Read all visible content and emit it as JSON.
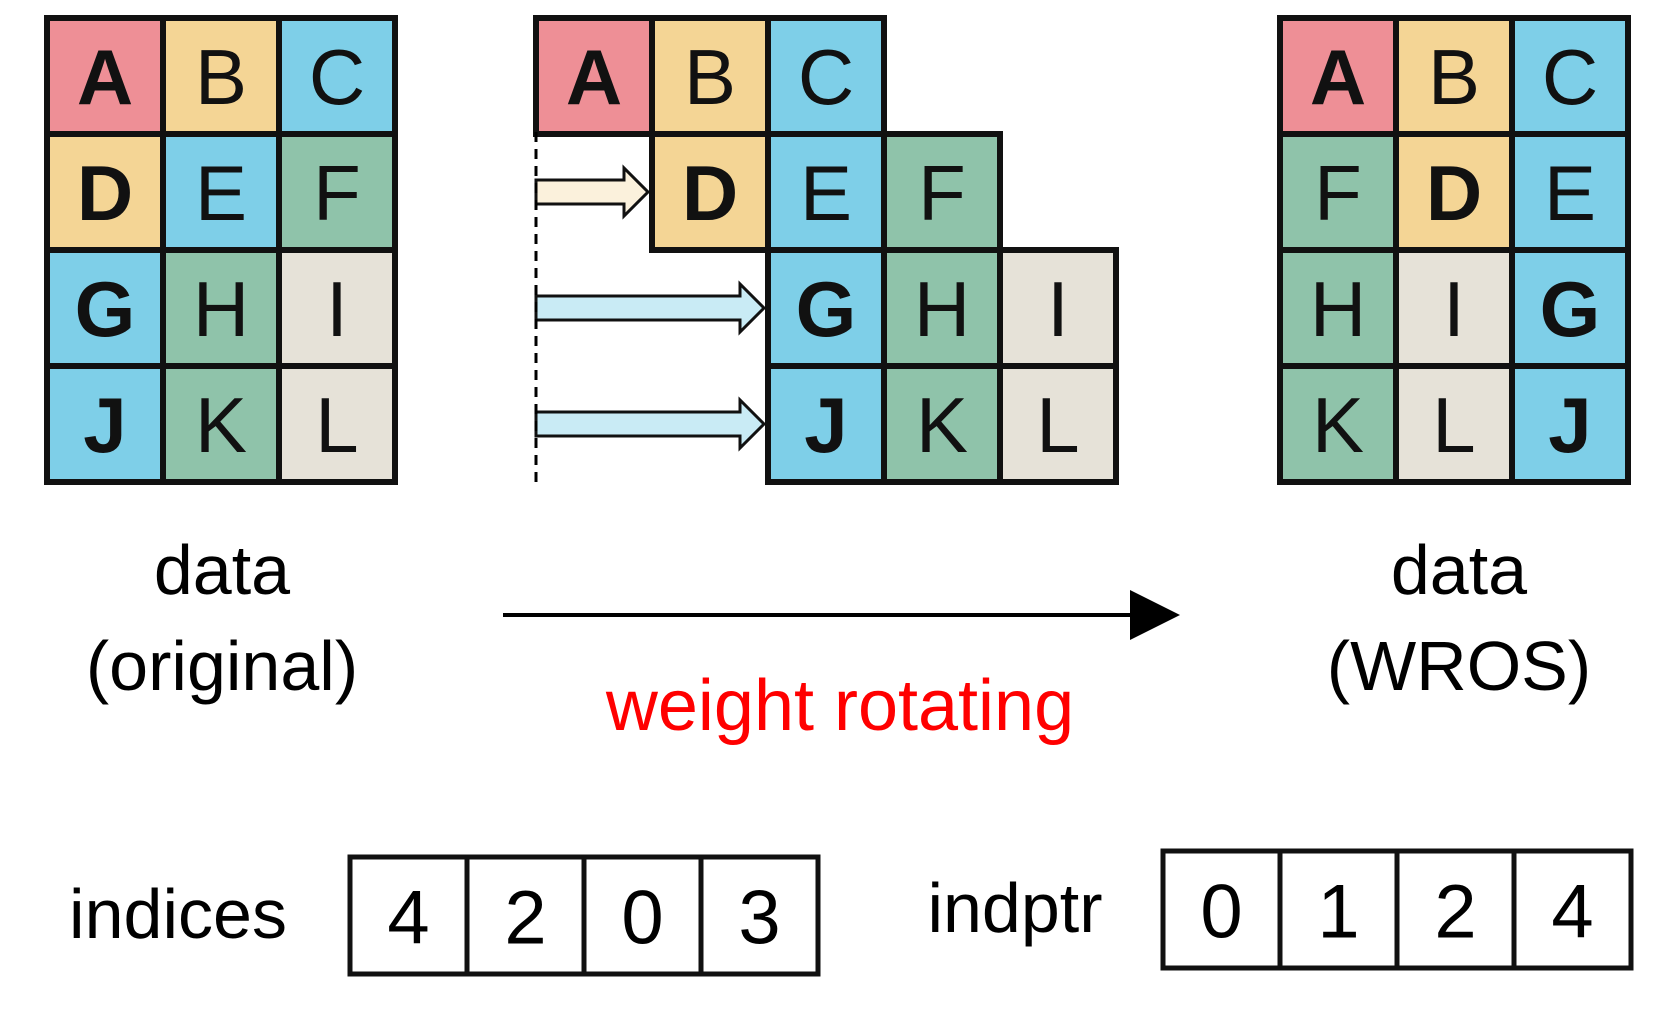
{
  "colors": {
    "red": "#ee8f96",
    "yellow": "#f4d595",
    "blue": "#7ecfe8",
    "green": "#8fc3aa",
    "gray": "#e6e2d8",
    "arrow_yellow_fill": "#fbf1dc",
    "arrow_blue_fill": "#c9ebf5",
    "caption_red": "#ff0000"
  },
  "original": {
    "rows": [
      [
        {
          "t": "A",
          "c": "red",
          "b": true
        },
        {
          "t": "B",
          "c": "yellow",
          "b": false
        },
        {
          "t": "C",
          "c": "blue",
          "b": false
        }
      ],
      [
        {
          "t": "D",
          "c": "yellow",
          "b": true
        },
        {
          "t": "E",
          "c": "blue",
          "b": false
        },
        {
          "t": "F",
          "c": "green",
          "b": false
        }
      ],
      [
        {
          "t": "G",
          "c": "blue",
          "b": true
        },
        {
          "t": "H",
          "c": "green",
          "b": false
        },
        {
          "t": "I",
          "c": "gray",
          "b": false
        }
      ],
      [
        {
          "t": "J",
          "c": "blue",
          "b": true
        },
        {
          "t": "K",
          "c": "green",
          "b": false
        },
        {
          "t": "L",
          "c": "gray",
          "b": false
        }
      ]
    ],
    "label_line1": "data",
    "label_line2": "(original)"
  },
  "shifted": {
    "rows": [
      {
        "shift": 0,
        "arrow": "none",
        "cells": [
          {
            "t": "A",
            "c": "red",
            "b": true
          },
          {
            "t": "B",
            "c": "yellow",
            "b": false
          },
          {
            "t": "C",
            "c": "blue",
            "b": false
          }
        ]
      },
      {
        "shift": 1,
        "arrow": "yellow",
        "cells": [
          {
            "t": "D",
            "c": "yellow",
            "b": true
          },
          {
            "t": "E",
            "c": "blue",
            "b": false
          },
          {
            "t": "F",
            "c": "green",
            "b": false
          }
        ]
      },
      {
        "shift": 2,
        "arrow": "blue",
        "cells": [
          {
            "t": "G",
            "c": "blue",
            "b": true
          },
          {
            "t": "H",
            "c": "green",
            "b": false
          },
          {
            "t": "I",
            "c": "gray",
            "b": false
          }
        ]
      },
      {
        "shift": 2,
        "arrow": "blue",
        "cells": [
          {
            "t": "J",
            "c": "blue",
            "b": true
          },
          {
            "t": "K",
            "c": "green",
            "b": false
          },
          {
            "t": "L",
            "c": "gray",
            "b": false
          }
        ]
      }
    ]
  },
  "wros": {
    "rows": [
      [
        {
          "t": "A",
          "c": "red",
          "b": true
        },
        {
          "t": "B",
          "c": "yellow",
          "b": false
        },
        {
          "t": "C",
          "c": "blue",
          "b": false
        }
      ],
      [
        {
          "t": "F",
          "c": "green",
          "b": false
        },
        {
          "t": "D",
          "c": "yellow",
          "b": true
        },
        {
          "t": "E",
          "c": "blue",
          "b": false
        }
      ],
      [
        {
          "t": "H",
          "c": "green",
          "b": false
        },
        {
          "t": "I",
          "c": "gray",
          "b": false
        },
        {
          "t": "G",
          "c": "blue",
          "b": true
        }
      ],
      [
        {
          "t": "K",
          "c": "green",
          "b": false
        },
        {
          "t": "L",
          "c": "gray",
          "b": false
        },
        {
          "t": "J",
          "c": "blue",
          "b": true
        }
      ]
    ],
    "label_line1": "data",
    "label_line2": "(WROS)"
  },
  "transform_caption": "weight rotating",
  "indices": {
    "label": "indices",
    "values": [
      "4",
      "2",
      "0",
      "3"
    ]
  },
  "indptr": {
    "label": "indptr",
    "values": [
      "0",
      "1",
      "2",
      "4"
    ]
  }
}
